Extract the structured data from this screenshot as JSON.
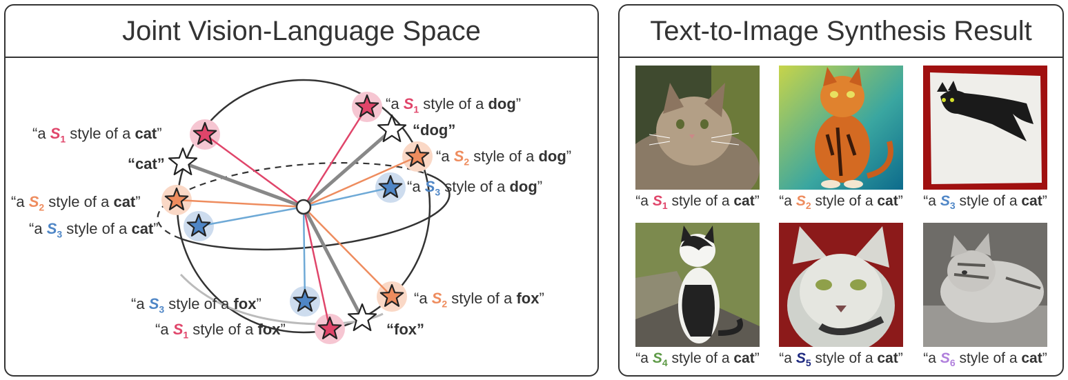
{
  "left_panel": {
    "title": "Joint Vision-Language Space",
    "labels": {
      "s1_dog": {
        "pre": "“a ",
        "s": "S",
        "sub": "1",
        "mid": " style of a ",
        "obj": "dog",
        "post": "”"
      },
      "dog": {
        "text": "“dog”"
      },
      "s2_dog": {
        "pre": "“a ",
        "s": "S",
        "sub": "2",
        "mid": " style of a ",
        "obj": "dog",
        "post": "”"
      },
      "s3_dog": {
        "pre": "“a ",
        "s": "S",
        "sub": "3",
        "mid": " style of a ",
        "obj": "dog",
        "post": "”"
      },
      "s1_cat": {
        "pre": "“a ",
        "s": "S",
        "sub": "1",
        "mid": " style of a ",
        "obj": "cat",
        "post": "”"
      },
      "cat": {
        "text": "“cat”"
      },
      "s2_cat": {
        "pre": "“a ",
        "s": "S",
        "sub": "2",
        "mid": " style of a ",
        "obj": "cat",
        "post": "”"
      },
      "s3_cat": {
        "pre": "“a ",
        "s": "S",
        "sub": "3",
        "mid": " style of a ",
        "obj": "cat",
        "post": "”"
      },
      "s3_fox": {
        "pre": "“a ",
        "s": "S",
        "sub": "3",
        "mid": " style of a ",
        "obj": "fox",
        "post": "”"
      },
      "s1_fox": {
        "pre": "“a ",
        "s": "S",
        "sub": "1",
        "mid": " style of a ",
        "obj": "fox",
        "post": "”"
      },
      "fox": {
        "text": "“fox”"
      },
      "s2_fox": {
        "pre": "“a ",
        "s": "S",
        "sub": "2",
        "mid": " style of a ",
        "obj": "fox",
        "post": "”"
      }
    }
  },
  "right_panel": {
    "title": "Text-to-Image Synthesis Result",
    "captions": [
      {
        "pre": "“a ",
        "s": "S",
        "sub": "1",
        "mid": " style of a ",
        "obj": "cat",
        "post": "”"
      },
      {
        "pre": "“a ",
        "s": "S",
        "sub": "2",
        "mid": " style of a ",
        "obj": "cat",
        "post": "”"
      },
      {
        "pre": "“a ",
        "s": "S",
        "sub": "3",
        "mid": " style of a ",
        "obj": "cat",
        "post": "”"
      },
      {
        "pre": "“a ",
        "s": "S",
        "sub": "4",
        "mid": " style of a ",
        "obj": "cat",
        "post": "”"
      },
      {
        "pre": "“a ",
        "s": "S",
        "sub": "5",
        "mid": " style of a ",
        "obj": "cat",
        "post": "”"
      },
      {
        "pre": "“a ",
        "s": "S",
        "sub": "6",
        "mid": " style of a ",
        "obj": "cat",
        "post": "”"
      }
    ]
  },
  "colors": {
    "s1": "#e0456a",
    "s2": "#ee8c5e",
    "s3": "#4f86c6",
    "s4": "#5e9a47",
    "s5": "#1e2a80",
    "s6": "#b07fdc",
    "text": "#333333"
  }
}
